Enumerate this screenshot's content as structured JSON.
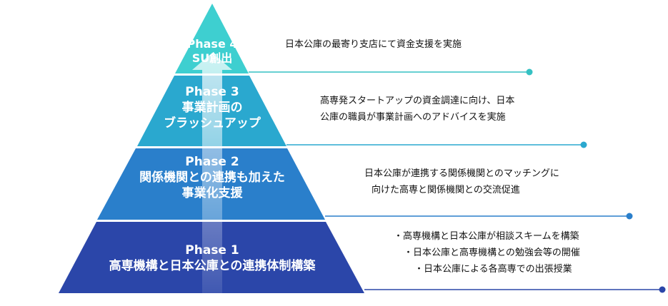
{
  "phases": [
    {
      "id": 4,
      "title": "Phase 4",
      "name_lines": [
        "SU創出"
      ],
      "description_lines": [
        "日本公庫の最寄り支店にて資金支援を実施"
      ],
      "color": "#3ecfd0"
    },
    {
      "id": 3,
      "title": "Phase 3",
      "name_lines": [
        "事業計画の",
        "ブラッシュアップ"
      ],
      "description_lines": [
        "高専発スタートアップの資金調達に向け、日本",
        "公庫の職員が事業計画へのアドバイスを実施"
      ],
      "color": "#2aa8cf"
    },
    {
      "id": 2,
      "title": "Phase 2",
      "name_lines": [
        "関係機関との連携も加えた",
        "事業化支援"
      ],
      "description_lines": [
        "日本公庫が連携する関係機関とのマッチングに",
        "向けた高専と関係機関との交流促進"
      ],
      "color": "#2a7fcb"
    },
    {
      "id": 1,
      "title": "Phase 1",
      "name_lines": [
        "高専機構と日本公庫との連携体制構築"
      ],
      "description_lines": [
        "・高専機構と日本公庫が相談スキームを構築",
        "・日本公庫と高専機構との勉強会等の開催",
        "・日本公庫による各高専での出張授業"
      ],
      "color": "#2b46a9"
    }
  ]
}
